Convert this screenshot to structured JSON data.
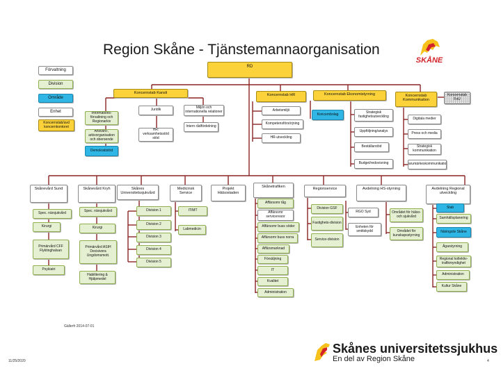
{
  "title": "Region Skåne - Tjänstemannaorganisation",
  "logo_text": "SKÅNE",
  "legend": {
    "forvaltning": "Förvaltning",
    "division": "Division",
    "omrade": "Område",
    "enhet": "Enhet",
    "koncernstab": "Koncernstab/avd koncernkontoret"
  },
  "rd": "RD",
  "kansli": {
    "head": "Koncernstab Kansli",
    "juridik": "Juridik",
    "internationella": "Miljön och internationella relationer",
    "information": "Informations-förvaltning och Regionarkiv",
    "intern": "Intern rådfördelning",
    "ansvarsutredning": "Ansvars-, arkivorganisation och oberoende",
    "hr_verksamhet": "HR: verksamhetsstöd stöd",
    "demokrati": "Demokratistöd"
  },
  "hr": {
    "head": "Koncernstab HR",
    "arbetsmiljo": "Arbetsmiljö",
    "kompetens": "Kompetensförsörjning",
    "hr_utveckling": "HR-utveckling"
  },
  "ekonomi": {
    "head": "Koncernstab Ekonomistyrning",
    "koncernbolag": "Koncernbolag",
    "strategisk": "Strategisk fastighetsutveckling",
    "uppfoljning": "Uppföljning/analys",
    "bestallar": "Beställarstöd",
    "budget": "Budget/redovisning"
  },
  "kommunikation": {
    "head": "Koncernstab Kommunikation",
    "digitala": "Digitala medier",
    "press": "Press och media",
    "strategisk": "Strategisk kommunikation",
    "varumarke": "Varumärkeskommunikation"
  },
  "koncernstab_fou": "Koncernstab FoU",
  "forvaltningar": {
    "sund": "Skånevård Sund",
    "kryh": "Skånevård Kryh",
    "sus": "Skånes Universitetssjukvård",
    "medicinsk": "Medicinsk Service",
    "projekt": "Projekt Hälsostaden",
    "skanetrafiken": "Skånetrafiken",
    "regionservice": "Regionservice",
    "hs_styrning": "Avdelning HS-styrning",
    "regional_utveckling": "Avdelning Regional utveckling"
  },
  "sund": {
    "spec": "Spec. närsjukvård",
    "kirurgi": "Kirurgi",
    "primarvard": "Primärvård CFF Flyktinghalsan",
    "psykiatri": "Psykiatri"
  },
  "kryh": {
    "spec": "Spec. närsjukvård",
    "kirurgi": "Kirurgi",
    "primarvard": "Primärvård ASIH Decisivera Ungdomsmott.",
    "habilitering": "Habilitering & Hjälpmedel"
  },
  "sus": {
    "d1": "Division 1",
    "d2": "Division 2",
    "d3": "Division 3",
    "d4": "Division 4",
    "d5": "Division 5"
  },
  "medicinsk": {
    "itmt": "IT/MT",
    "labmedicin": "Labmedicin"
  },
  "trafik": {
    "tag": "Affärsomr tåg",
    "service": "Affärsomr serviceresor",
    "buss_soder": "Affärsomr buss söder",
    "buss_norr": "Affärsomr buss norra",
    "marknad": "Affärsmarknad",
    "forsaljning": "Försäljning",
    "it": "IT",
    "kvalitet": "Kvalitet",
    "administration": "Administration"
  },
  "regionservice": {
    "division_gsf": "Division GSF",
    "fastighets": "Fastighets-division",
    "service": "Service-division"
  },
  "hs": {
    "rgo_syd": "RGO Syd",
    "omrade_halso": "Området för hälso- och sjukvård",
    "enheten": "Enheten för smittskydd",
    "omradet_kunskap": "Området för kunskapsstyrning"
  },
  "ru": {
    "stab": "Stab",
    "samhallsplanering": "Samhällsplanering",
    "naringsliv": "Näringsliv Skåne",
    "agarstyrning": "Ägarstyrning",
    "kollektiv": "Regional kollektiv-trafikmyndighet",
    "administration": "Administration",
    "kultur": "Kultur Skåne"
  },
  "updated": "Gällerfr 2014-07-01",
  "footer_date": "11/25/2020",
  "footer_page": "4",
  "brand_name": "Skånes universitetssjukhus",
  "brand_sub": "En del av Region Skåne",
  "colors": {
    "green_fill": "#e5efd2",
    "cyan_fill": "#2fb6e5",
    "yellow_fill": "#fbd23a",
    "line": "#8b2323",
    "brand_red": "#d2232a",
    "brand_yellow": "#f6c11a"
  }
}
